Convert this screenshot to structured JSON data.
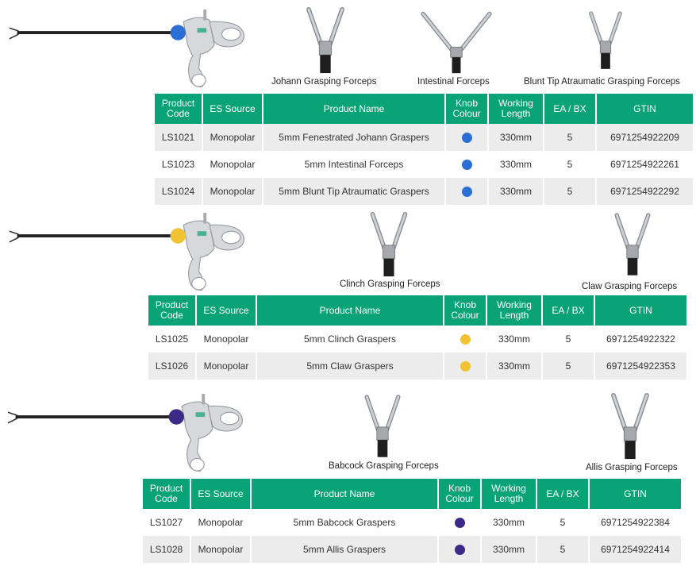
{
  "colors": {
    "header_green": "#0aa378",
    "blue_knob": "#2b6ed6",
    "yellow_knob": "#f1c232",
    "purple_knob": "#3b2a88"
  },
  "columns": [
    "Product Code",
    "ES Source",
    "Product Name",
    "Knob Colour",
    "Working Length",
    "EA / BX",
    "GTIN"
  ],
  "sections": [
    {
      "knob": "blue-knob-icon",
      "tips": [
        "Johann Grasping Forceps",
        "Intestinal Forceps",
        "Blunt Tip Atraumatic Grasping Forceps"
      ],
      "rows": [
        {
          "code": "LS1021",
          "source": "Monopolar",
          "name": "5mm Fenestrated Johann Graspers",
          "length": "330mm",
          "ea": "5",
          "gtin": "6971254922209"
        },
        {
          "code": "LS1023",
          "source": "Monopolar",
          "name": "5mm Intestinal Forceps",
          "length": "330mm",
          "ea": "5",
          "gtin": "6971254922261"
        },
        {
          "code": "LS1024",
          "source": "Monopolar",
          "name": "5mm Blunt Tip Atraumatic Graspers",
          "length": "330mm",
          "ea": "5",
          "gtin": "6971254922292"
        }
      ]
    },
    {
      "knob": "yellow-knob-icon",
      "tips": [
        "Clinch Grasping Forceps",
        "Claw Grasping Forceps"
      ],
      "rows": [
        {
          "code": "LS1025",
          "source": "Monopolar",
          "name": "5mm Clinch Graspers",
          "length": "330mm",
          "ea": "5",
          "gtin": "6971254922322"
        },
        {
          "code": "LS1026",
          "source": "Monopolar",
          "name": "5mm Claw Graspers",
          "length": "330mm",
          "ea": "5",
          "gtin": "6971254922353"
        }
      ]
    },
    {
      "knob": "purple-knob-icon",
      "tips": [
        "Babcock Grasping Forceps",
        "Allis Grasping Forceps"
      ],
      "rows": [
        {
          "code": "LS1027",
          "source": "Monopolar",
          "name": "5mm Babcock Graspers",
          "length": "330mm",
          "ea": "5",
          "gtin": "6971254922384"
        },
        {
          "code": "LS1028",
          "source": "Monopolar",
          "name": "5mm Allis Graspers",
          "length": "330mm",
          "ea": "5",
          "gtin": "6971254922414"
        }
      ]
    }
  ]
}
